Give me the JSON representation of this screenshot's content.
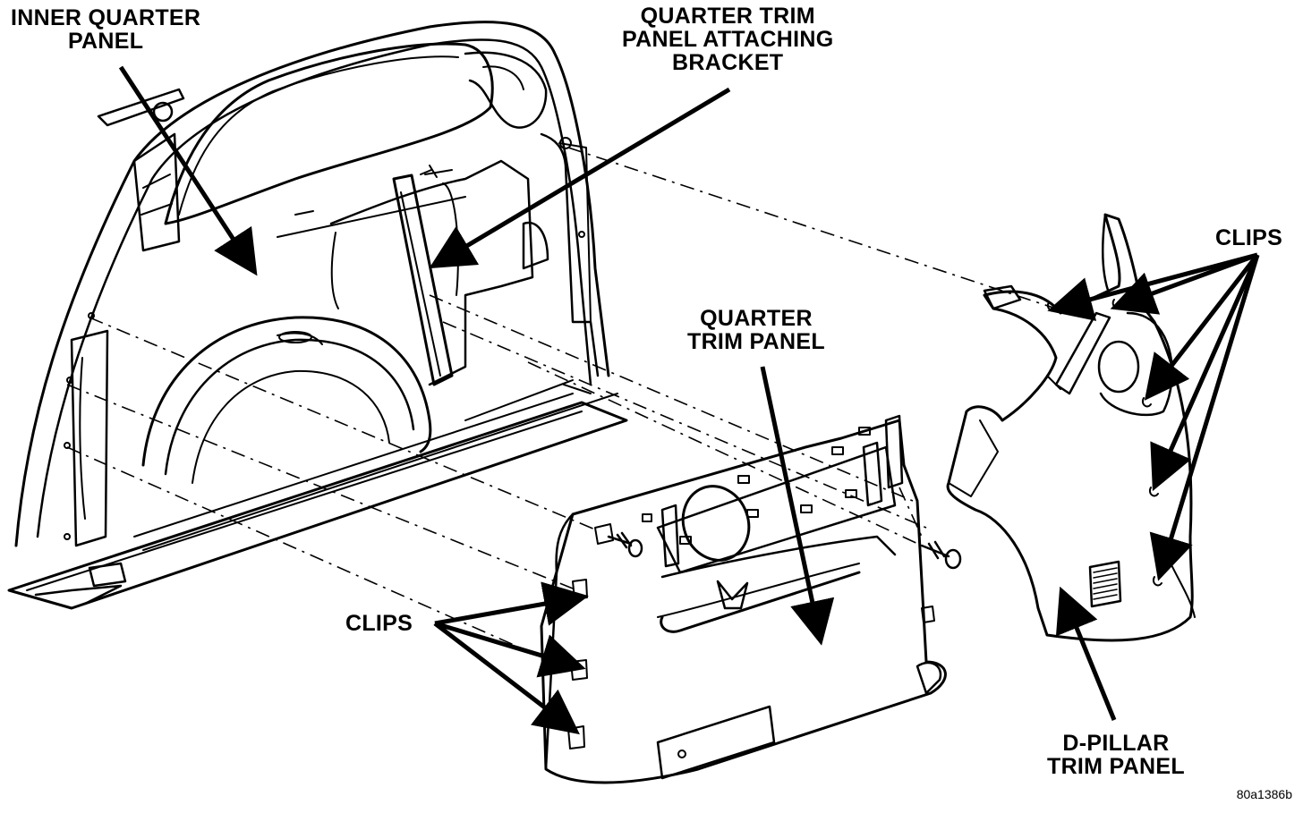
{
  "colors": {
    "ink": "#000000",
    "paper": "#ffffff"
  },
  "labels": {
    "inner_quarter_panel": [
      "INNER QUARTER",
      "PANEL"
    ],
    "bracket": [
      "QUARTER TRIM",
      "PANEL ATTACHING",
      "BRACKET"
    ],
    "quarter_trim_panel": [
      "QUARTER",
      "TRIM PANEL"
    ],
    "clips_right": "CLIPS",
    "clips_left": "CLIPS",
    "d_pillar_trim_panel": [
      "D-PILLAR",
      "TRIM PANEL"
    ]
  },
  "figure_id": "80a1386b"
}
